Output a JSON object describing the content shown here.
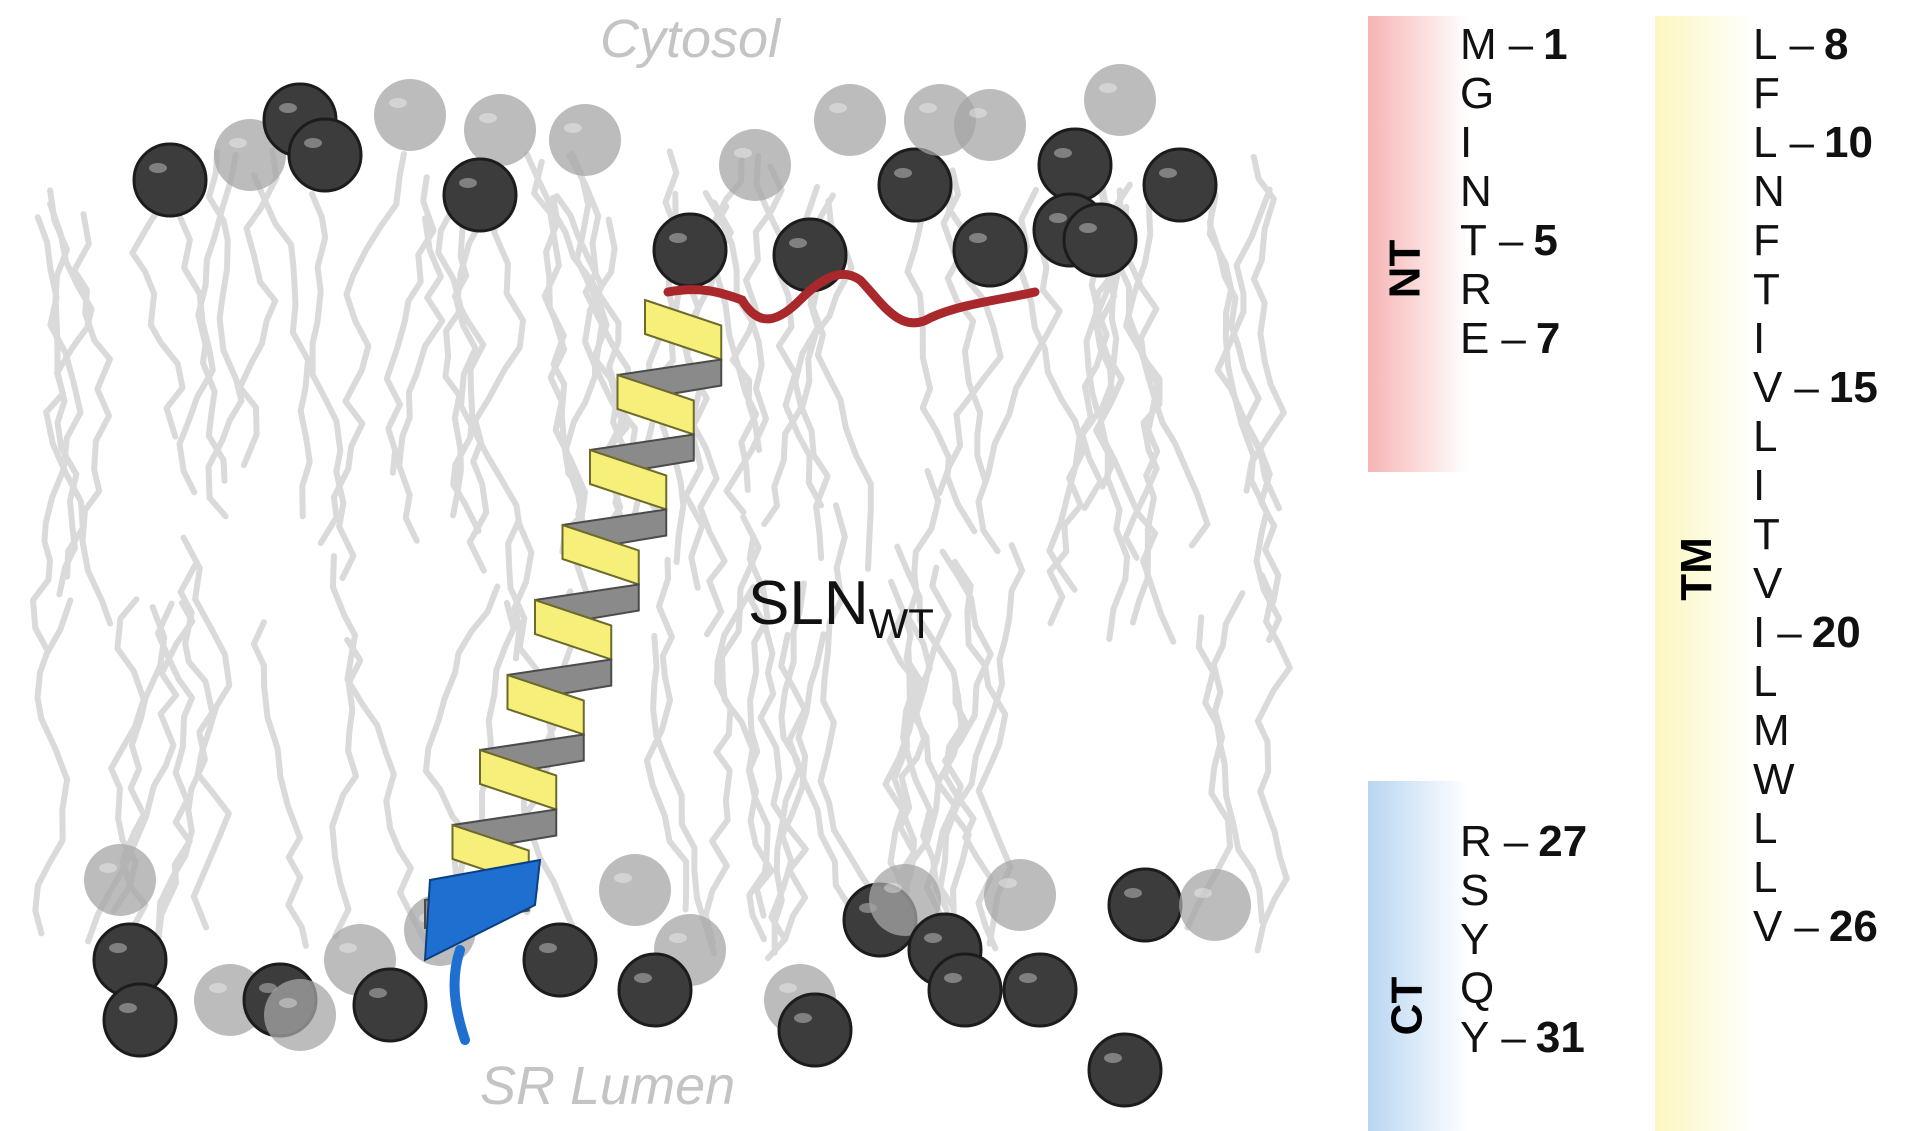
{
  "labels": {
    "cytosol": "Cytosol",
    "lumen": "SR Lumen",
    "peptide_main": "SLN",
    "peptide_sub": "WT"
  },
  "colors": {
    "nt": "#a8282c",
    "helix": "#f6f07a",
    "ct": "#1e6fd0",
    "lipid": "#dadada",
    "headgroup_dark": "#3c3c3c",
    "headgroup_light": "#a6a6a6"
  },
  "segments": [
    {
      "id": "nt",
      "title": "NT",
      "residues": [
        {
          "aa": "M",
          "num": "1"
        },
        {
          "aa": "G",
          "num": ""
        },
        {
          "aa": "I",
          "num": ""
        },
        {
          "aa": "N",
          "num": ""
        },
        {
          "aa": "T",
          "num": "5"
        },
        {
          "aa": "R",
          "num": ""
        },
        {
          "aa": "E",
          "num": "7"
        }
      ]
    },
    {
      "id": "tm",
      "title": "TM",
      "residues": [
        {
          "aa": "L",
          "num": "8"
        },
        {
          "aa": "F",
          "num": ""
        },
        {
          "aa": "L",
          "num": "10"
        },
        {
          "aa": "N",
          "num": ""
        },
        {
          "aa": "F",
          "num": ""
        },
        {
          "aa": "T",
          "num": ""
        },
        {
          "aa": "I",
          "num": ""
        },
        {
          "aa": "V",
          "num": "15"
        },
        {
          "aa": "L",
          "num": ""
        },
        {
          "aa": "I",
          "num": ""
        },
        {
          "aa": "T",
          "num": ""
        },
        {
          "aa": "V",
          "num": ""
        },
        {
          "aa": "I",
          "num": "20"
        },
        {
          "aa": "L",
          "num": ""
        },
        {
          "aa": "M",
          "num": ""
        },
        {
          "aa": "W",
          "num": ""
        },
        {
          "aa": "L",
          "num": ""
        },
        {
          "aa": "L",
          "num": ""
        },
        {
          "aa": "V",
          "num": "26"
        }
      ]
    },
    {
      "id": "ct",
      "title": "CT",
      "residues": [
        {
          "aa": "R",
          "num": "27"
        },
        {
          "aa": "S",
          "num": ""
        },
        {
          "aa": "Y",
          "num": ""
        },
        {
          "aa": "Q",
          "num": ""
        },
        {
          "aa": "Y",
          "num": "31"
        }
      ]
    }
  ]
}
